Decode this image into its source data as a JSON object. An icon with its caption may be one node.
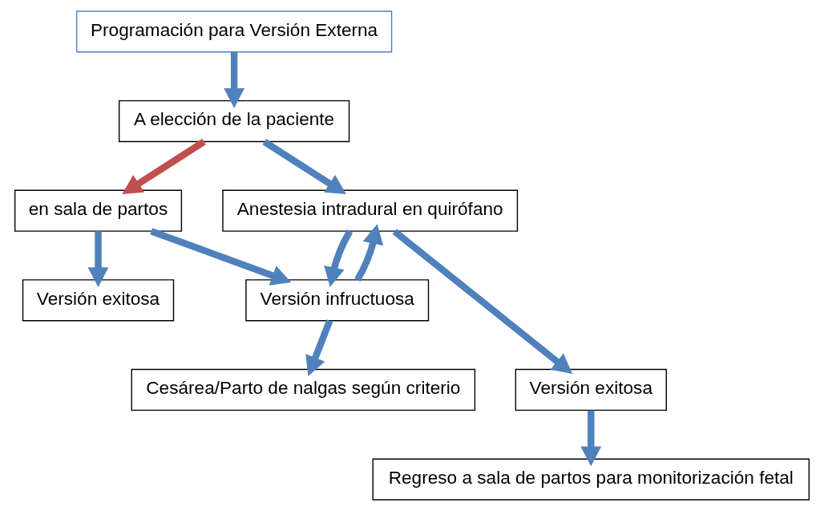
{
  "diagram": {
    "nodes": [
      {
        "text": [
          "Programación para Versión Externa"
        ]
      },
      {
        "text": [
          "A elección de la paciente"
        ]
      },
      {
        "text": [
          "en sala de partos"
        ]
      },
      {
        "text": [
          "Anestesia intradural en quirófano"
        ]
      },
      {
        "text": [
          "Versión infructuosa"
        ]
      },
      {
        "text": [
          "Versión exitosa"
        ]
      },
      {
        "text": [
          "Cesárea/Parto de nalgas según criterio"
        ]
      },
      {
        "text": [
          "Versión exitosa"
        ]
      },
      {
        "text": [
          "Regreso a sala de partos para monitorización fetal"
        ]
      }
    ],
    "edges": [
      {
        "from": 0,
        "to": 1,
        "arrow": "to"
      },
      {
        "from": 1,
        "to": 2,
        "arrow": "to",
        "color": "#c0504d"
      },
      {
        "from": 1,
        "to": 3,
        "arrow": "to"
      },
      {
        "from": 2,
        "to": 5,
        "arrow": "to"
      },
      {
        "from": 2,
        "to": 4,
        "arrow": "to"
      },
      {
        "from": 4,
        "to": 3,
        "arrow": "to"
      },
      {
        "from": 3,
        "to": 4,
        "arrow": "to"
      },
      {
        "from": 4,
        "to": 6,
        "arrow": "to"
      },
      {
        "from": 3,
        "to": 7,
        "arrow": "to"
      },
      {
        "from": 7,
        "to": 8,
        "arrow": "to"
      }
    ]
  }
}
